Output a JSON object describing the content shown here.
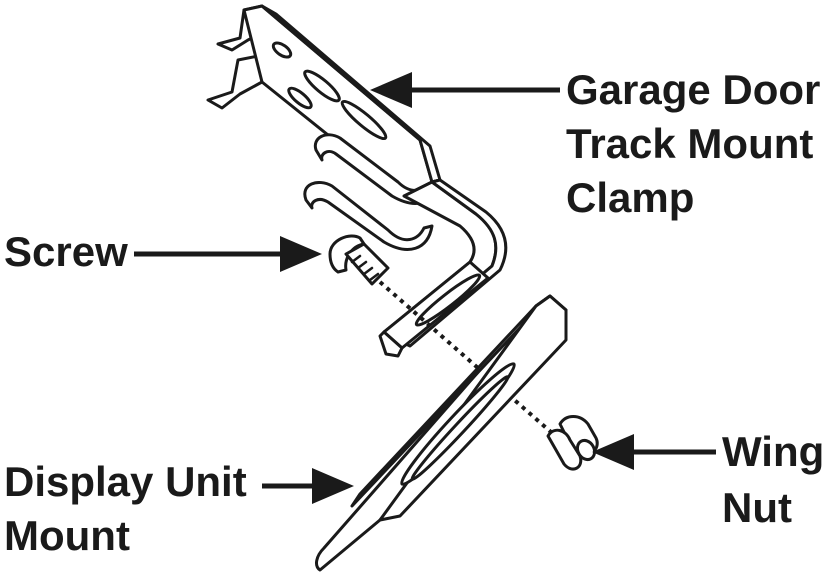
{
  "labels": {
    "garage_line1": "Garage Door",
    "garage_line2": "Track Mount",
    "garage_line3": "Clamp",
    "screw": "Screw",
    "display_line1": "Display Unit",
    "display_line2": "Mount",
    "wing_line1": "Wing",
    "wing_line2": "Nut"
  },
  "colors": {
    "ink": "#1a1a1a",
    "fill": "#ffffff"
  }
}
